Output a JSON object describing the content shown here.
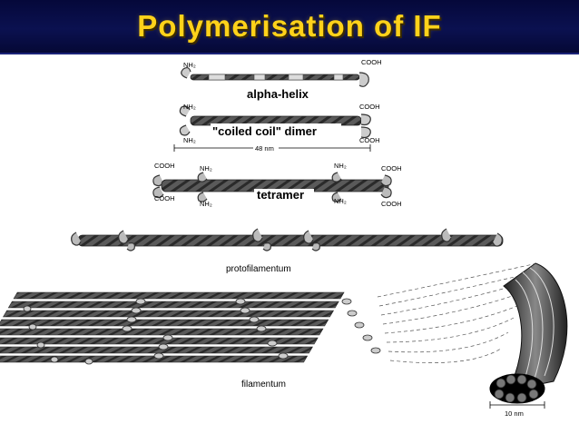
{
  "title": "Polymerisation of IF",
  "labels": {
    "alpha_helix": "alpha-helix",
    "coiled_coil_dimer": "\"coiled coil\" dimer",
    "tetramer": "tetramer",
    "protofilament": "protofilamentum",
    "filament": "filamentum",
    "nh2": "NH₂",
    "cooh": "COOH",
    "dimer_length": "48 nm",
    "filament_diameter": "10 nm"
  },
  "colors": {
    "title_bg": "#0b1150",
    "title_text": "#ffd21a",
    "rope_dark": "#3a3a3a",
    "rope_light": "#9a9a9a"
  }
}
